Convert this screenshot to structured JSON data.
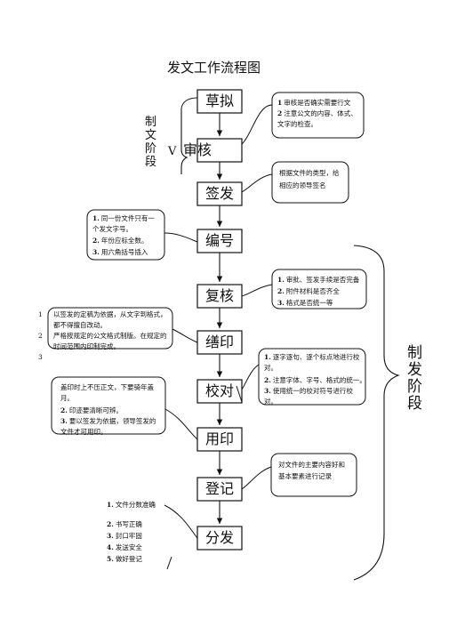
{
  "title": "发文工作流程图",
  "stages": [
    "草拟",
    "审核",
    "签发",
    "编号",
    "复核",
    "缮印",
    "校对",
    "用印",
    "登记",
    "分发"
  ],
  "left_stage_label": "制文阶段",
  "left_stage_marker": "V",
  "right_stage_label": "制发阶段",
  "notes": {
    "review": [
      "审核是否确实需要行文",
      "注意公文的内容、体式、文字的检查。"
    ],
    "sign": [
      "根据文件的类型，给相应的领导签名"
    ],
    "number": [
      "同一份文件只有一个发文字号。",
      "年份应标全数。",
      "用六角括号插入"
    ],
    "recheck": [
      "审批、签发手续是否完备",
      "附件材料是否齐全",
      "格式是否统一等"
    ],
    "print": [
      "以签发的定稿为依据，从文字到格式，都不得擅自改动。",
      "严格按规定的公文格式制版。在规定的时间范围内印制完成。"
    ],
    "proof": [
      "逐字逐句、逐个标点地进行校对。",
      "注意字体、字号、格式的统一。",
      "使用统一的校对符号进行校对。"
    ],
    "seal": [
      "盖印时上不压正文，下要骑年盖月。",
      "印迹要清晰可辨。",
      "要以签发为依据，领导签发的文件才可用印。"
    ],
    "register": [
      "对文件的主要内容好和基本要素进行记录"
    ],
    "distribute": [
      "文件分数准确",
      "书写正确",
      "封口牢固",
      "发送安全",
      "做好登记"
    ]
  },
  "note_numbers": {
    "review": [
      "1",
      "2"
    ],
    "number": [
      "1.",
      "2.",
      "3."
    ],
    "recheck": [
      "1.",
      "2.",
      "3."
    ],
    "print": [
      "1",
      "2",
      "3"
    ],
    "proof": [
      "1.",
      "2.",
      "3."
    ],
    "seal": [
      "2.",
      "3."
    ],
    "distribute": [
      "1.",
      "2.",
      "3.",
      "4.",
      "5."
    ]
  }
}
